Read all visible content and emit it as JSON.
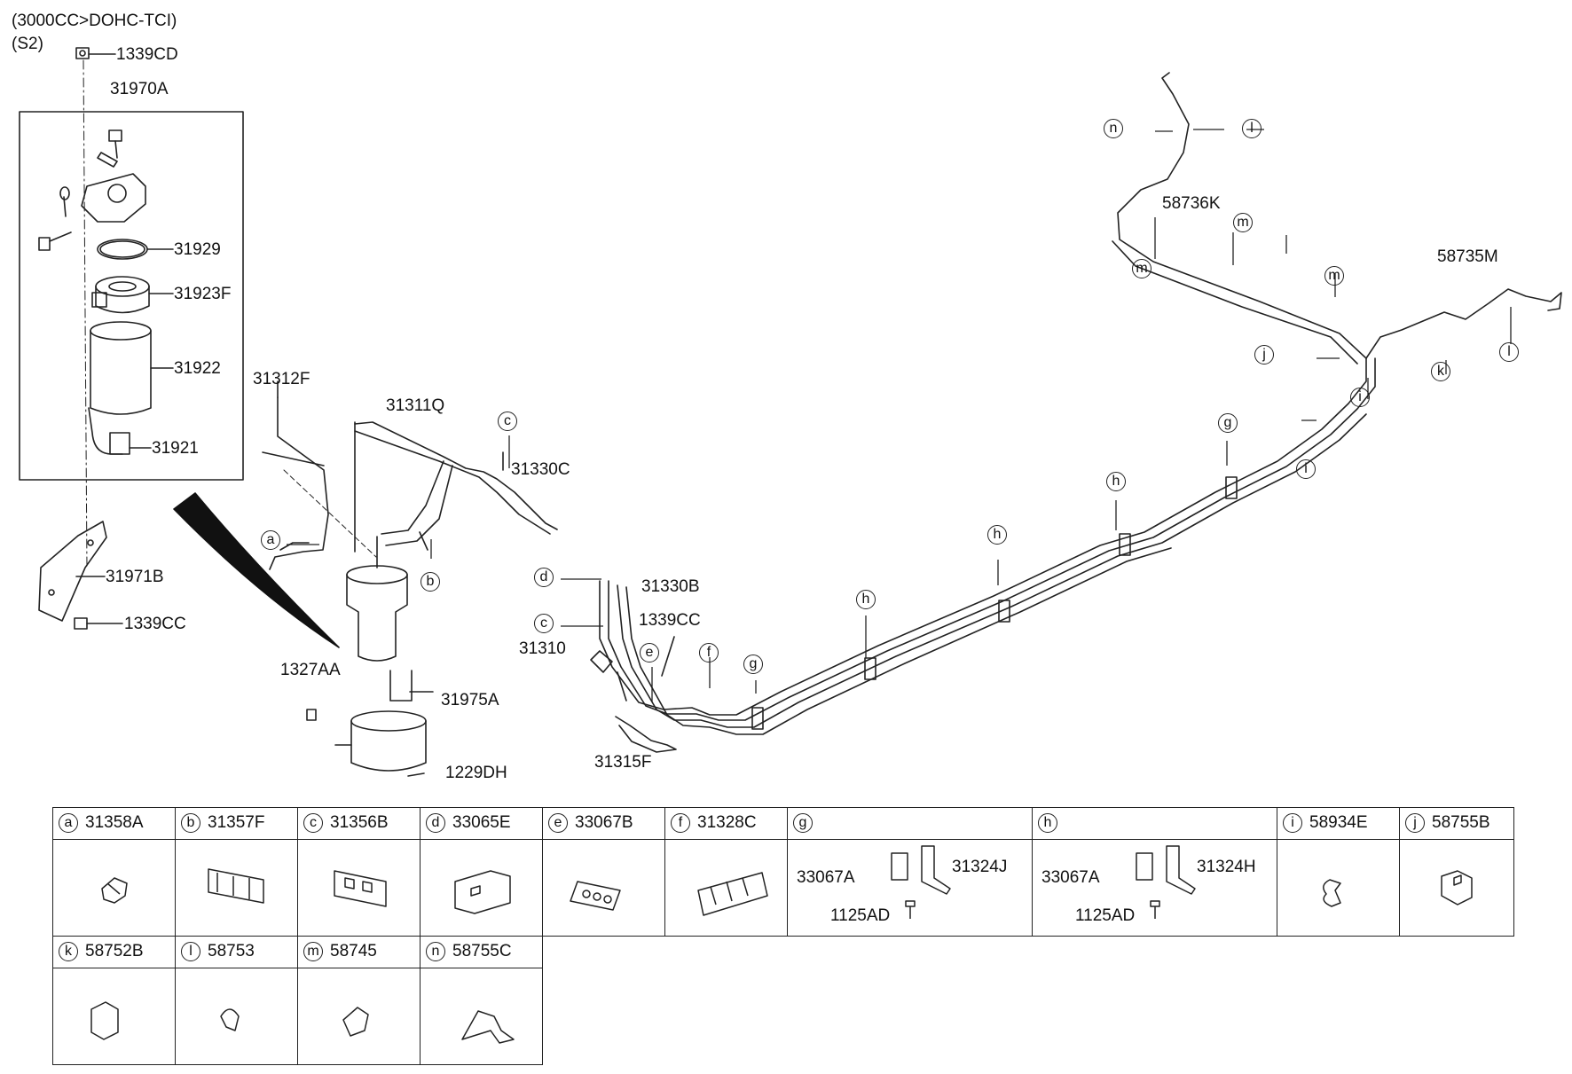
{
  "header": {
    "line1": "(3000CC>DOHC-TCI)",
    "line2": "(S2)"
  },
  "part_labels": {
    "p1339CD": "1339CD",
    "p31970A": "31970A",
    "p31929": "31929",
    "p31923F": "31923F",
    "p31922": "31922",
    "p31921": "31921",
    "p31971B": "31971B",
    "p1339CC_a": "1339CC",
    "p31312F": "31312F",
    "p31311Q": "31311Q",
    "p31330C": "31330C",
    "p31330B": "31330B",
    "p1339CC_b": "1339CC",
    "p31310": "31310",
    "p31315F": "31315F",
    "p1327AA": "1327AA",
    "p31975A": "31975A",
    "p1229DH": "1229DH",
    "p58736K": "58736K",
    "p58735M": "58735M"
  },
  "callouts": {
    "a": "a",
    "b": "b",
    "c": "c",
    "d": "d",
    "e": "e",
    "f": "f",
    "g": "g",
    "h": "h",
    "i": "i",
    "j": "j",
    "k": "k",
    "l": "l",
    "m": "m",
    "n": "n"
  },
  "legend": {
    "row1": [
      {
        "key": "a",
        "part": "31358A"
      },
      {
        "key": "b",
        "part": "31357F"
      },
      {
        "key": "c",
        "part": "31356B"
      },
      {
        "key": "d",
        "part": "33065E"
      },
      {
        "key": "e",
        "part": "33067B"
      },
      {
        "key": "f",
        "part": "31328C"
      },
      {
        "key": "g",
        "part": ""
      },
      {
        "key": "h",
        "part": ""
      },
      {
        "key": "i",
        "part": "58934E"
      },
      {
        "key": "j",
        "part": "58755B"
      }
    ],
    "row2": [
      {
        "key": "k",
        "part": "58752B"
      },
      {
        "key": "l",
        "part": "58753"
      },
      {
        "key": "m",
        "part": "58745"
      },
      {
        "key": "n",
        "part": "58755C"
      }
    ],
    "g_parts": {
      "clamp": "33067A",
      "bracket": "31324J",
      "bolt": "1125AD"
    },
    "h_parts": {
      "clamp": "33067A",
      "bracket": "31324H",
      "bolt": "1125AD"
    }
  }
}
